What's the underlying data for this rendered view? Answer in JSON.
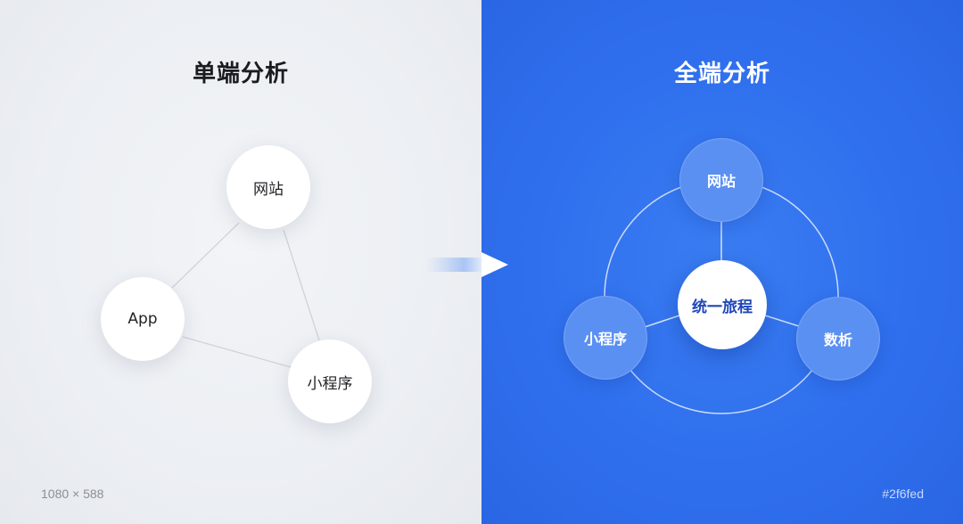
{
  "left_panel": {
    "title": "单端分析",
    "nodes": {
      "website": "网站",
      "app": "App",
      "miniprogram": "小程序"
    },
    "footnote": "1080 × 588",
    "background_color": "#eceff3"
  },
  "right_panel": {
    "title": "全端分析",
    "center_node": "统一旅程",
    "nodes": {
      "website": "网站",
      "miniprogram": "小程序",
      "analytics": "数析"
    },
    "footnote": "#2f6fed",
    "background_color": "#2f6fed"
  },
  "transition_arrow": {
    "icon": "arrow-right-icon",
    "color": "#ffffff"
  }
}
